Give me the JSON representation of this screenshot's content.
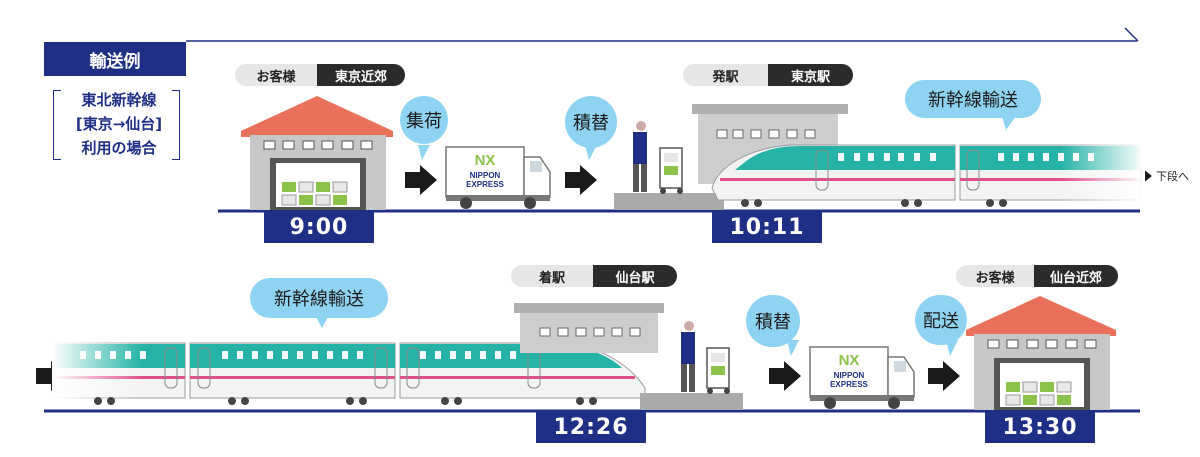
{
  "title": "輸送例",
  "caption_lines": [
    "東北新幹線",
    "[東京→仙台]",
    "利用の場合"
  ],
  "row1": {
    "customer": {
      "label": "お客様",
      "place": "東京近郊"
    },
    "pickup_label": "集荷",
    "transfer_label": "積替",
    "departure": {
      "label": "発駅",
      "place": "東京駅"
    },
    "shinkansen_label": "新幹線輸送",
    "next_note": "下段へ",
    "time1": "9:00",
    "time2": "10:11"
  },
  "row2": {
    "shinkansen_label": "新幹線輸送",
    "arrival": {
      "label": "着駅",
      "place": "仙台駅"
    },
    "transfer_label": "積替",
    "delivery_label": "配送",
    "customer": {
      "label": "お客様",
      "place": "仙台近郊"
    },
    "time3": "12:26",
    "time4": "13:30"
  },
  "truck_logo": {
    "mark": "NX",
    "line1": "NIPPON",
    "line2": "EXPRESS"
  },
  "colors": {
    "navy": "#1f2f86",
    "bubble": "#8fd3f2",
    "train": "#24b3a6",
    "roof": "#e9705a",
    "cargo": "#8bc34a"
  }
}
